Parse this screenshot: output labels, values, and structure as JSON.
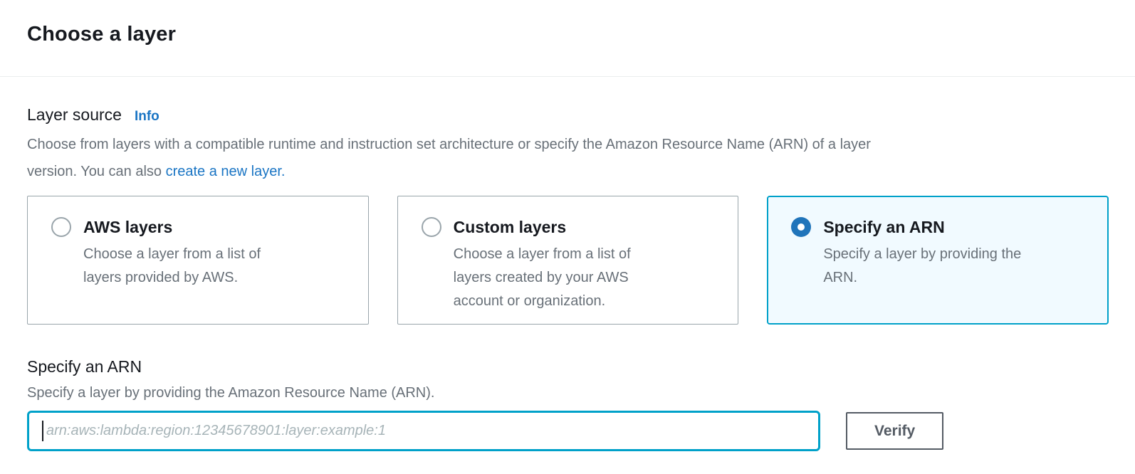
{
  "header": {
    "title": "Choose a layer"
  },
  "layer_source": {
    "label": "Layer source",
    "info_label": "Info",
    "description_line1": "Choose from layers with a compatible runtime and instruction set architecture or specify the Amazon Resource Name (ARN) of a layer",
    "description_line2_prefix": "version. You can also ",
    "create_link_label": "create a new layer."
  },
  "cards": [
    {
      "title": "AWS layers",
      "description": "Choose a layer from a list of layers provided by AWS.",
      "selected": false
    },
    {
      "title": "Custom layers",
      "description": "Choose a layer from a list of layers created by your AWS account or organization.",
      "selected": false
    },
    {
      "title": "Specify an ARN",
      "description": "Specify a layer by providing the ARN.",
      "selected": true
    }
  ],
  "arn_section": {
    "title": "Specify an ARN",
    "description": "Specify a layer by providing the Amazon Resource Name (ARN).",
    "input_placeholder": "arn:aws:lambda:region:12345678901:layer:example:1",
    "input_value": "",
    "verify_label": "Verify"
  },
  "colors": {
    "accent_selected_border": "#00a1c9",
    "selected_background": "#f1faff",
    "radio_selected_fill": "#2074ba",
    "link_blue": "#1a75c4",
    "text_dark": "#16191f",
    "text_gray": "#687078",
    "button_gray": "#545b64"
  }
}
